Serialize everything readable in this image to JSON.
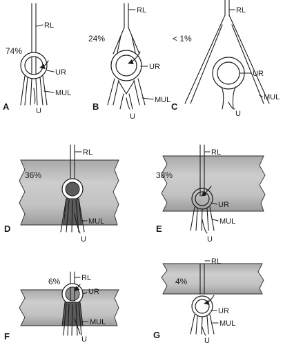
{
  "panels": {
    "A": {
      "letter": "A",
      "percent": "74%",
      "rl": "RL",
      "ur": "UR",
      "mul": "MUL",
      "u": "U"
    },
    "B": {
      "letter": "B",
      "percent": "24%",
      "rl": "RL",
      "ur": "UR",
      "mul": "MUL",
      "u": "U"
    },
    "C": {
      "letter": "C",
      "percent": "< 1%",
      "rl": "RL",
      "ur": "UR",
      "mul": "MUL",
      "u": "U"
    },
    "D": {
      "letter": "D",
      "percent": "36%",
      "rl": "RL",
      "mul": "MUL",
      "u": "U"
    },
    "E": {
      "letter": "E",
      "percent": "38%",
      "rl": "RL",
      "ur": "UR",
      "mul": "MUL",
      "u": "U"
    },
    "F": {
      "letter": "F",
      "percent": "6%",
      "rl": "RL",
      "ur": "UR",
      "mul": "MUL",
      "u": "U"
    },
    "G": {
      "letter": "G",
      "percent": "4%",
      "rl": "RL",
      "ur": "UR",
      "mul": "MUL",
      "u": "U"
    }
  },
  "colors": {
    "ink": "#1a1a1a",
    "slab_light": "#c4c4c4",
    "slab_dark": "#9a9a9a",
    "ring_dark_fill": "#5b5b5b"
  }
}
